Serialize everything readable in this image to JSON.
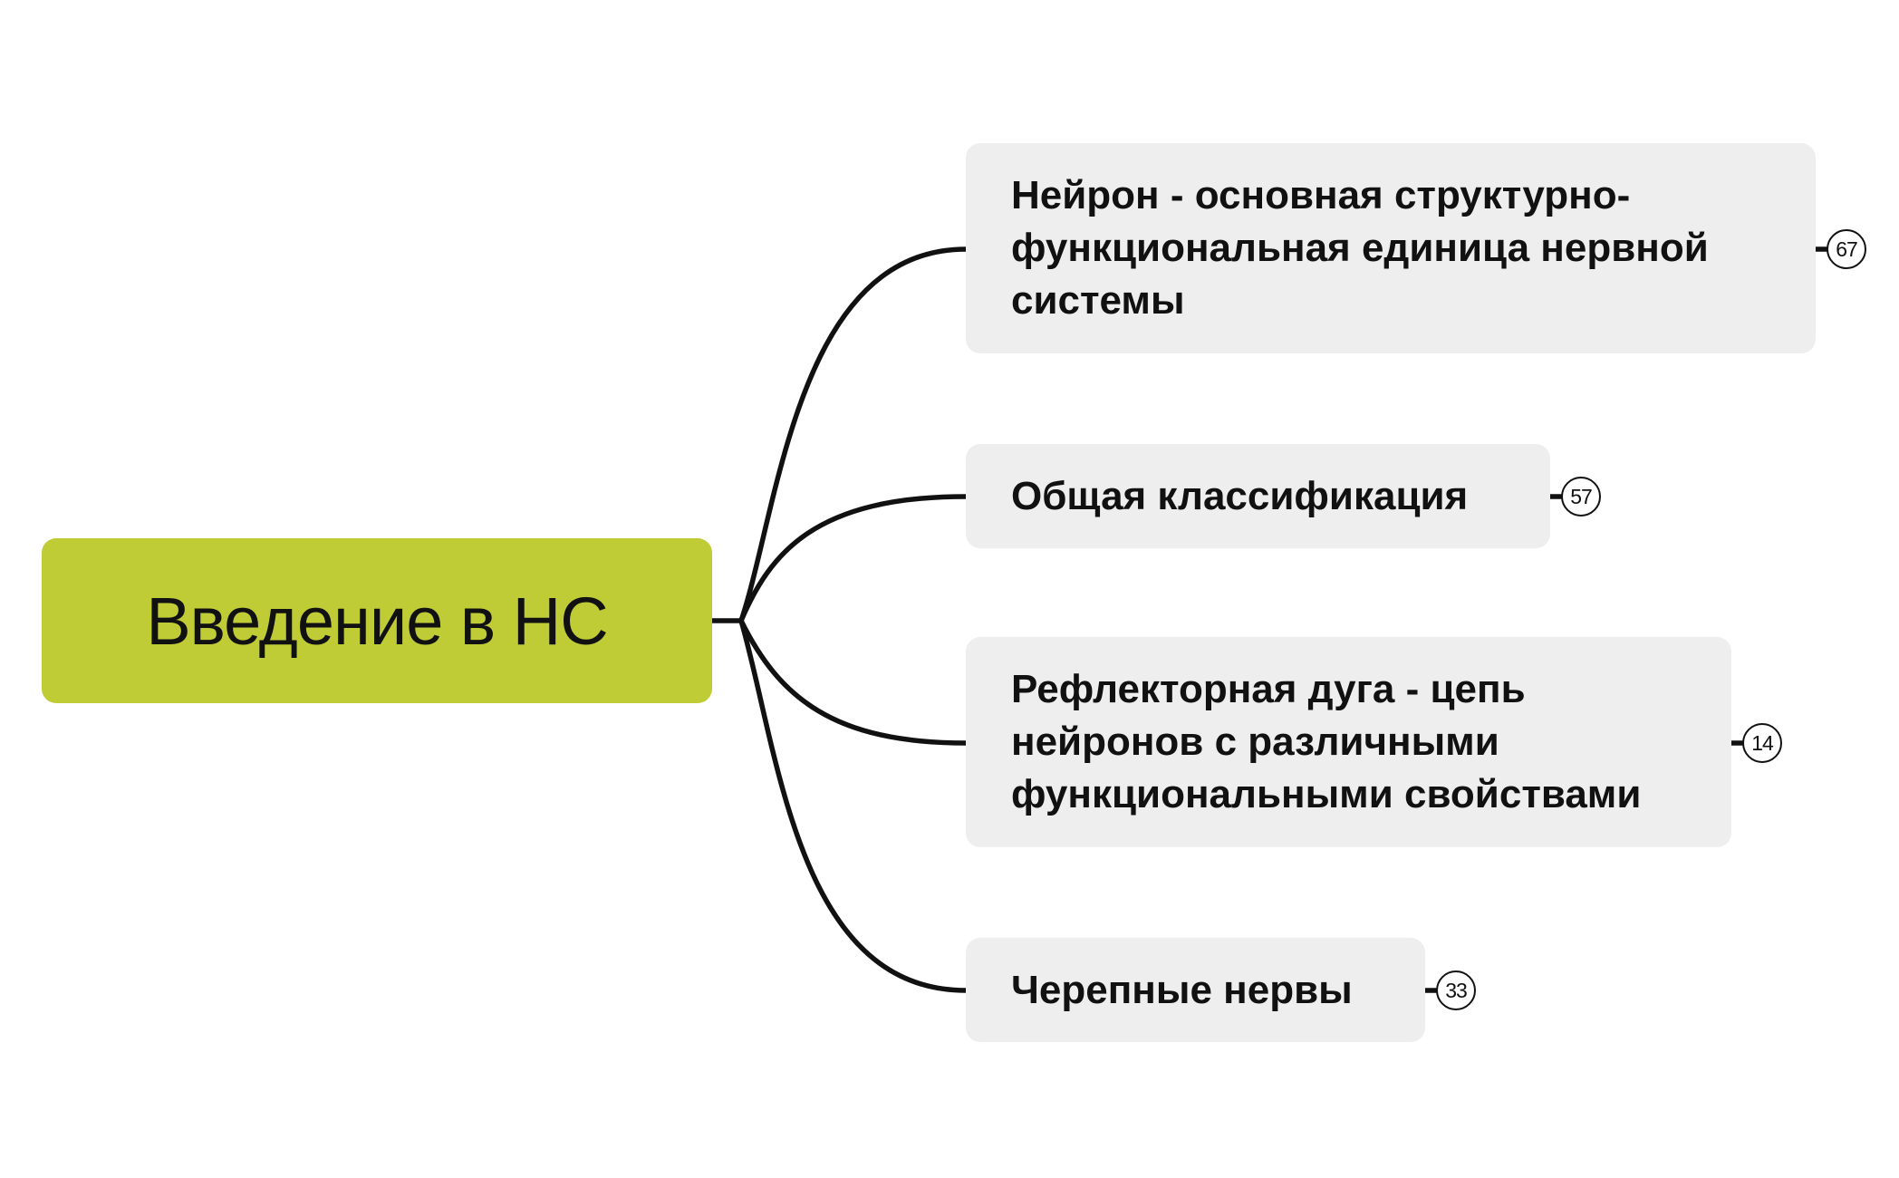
{
  "root": {
    "label": "Введение в НС",
    "color": "#c0cc35"
  },
  "children": [
    {
      "label": "Нейрон - основная структурно-функциональная единица нервной системы",
      "count": "67"
    },
    {
      "label": "Общая классификация",
      "count": "57"
    },
    {
      "label": "Рефлекторная дуга - цепь нейронов с различными функциональными свойствами",
      "count": "14"
    },
    {
      "label": "Черепные нервы",
      "count": "33"
    }
  ],
  "colors": {
    "node_background": "#eeeeee",
    "connector": "#111111"
  }
}
